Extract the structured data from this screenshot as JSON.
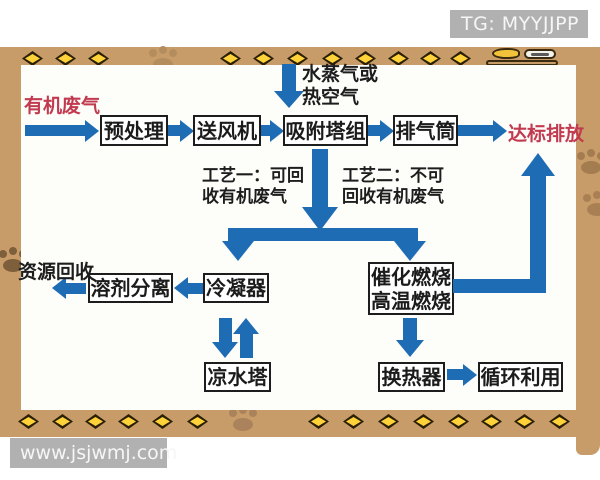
{
  "watermarks": {
    "top": "TG: MYYJJPP",
    "bottom": "www.jsjwmj.com"
  },
  "colors": {
    "arrow_blue": "#1e6db4",
    "highlight_red": "#c23a50",
    "frame_brown": "#c89c68",
    "diamond_yellow": "#ffd23a",
    "paw_brown": "#a5805a"
  },
  "flow": {
    "input_label": "有机废气",
    "steam_line1": "水蒸气或",
    "steam_line2": "热空气",
    "boxes": {
      "pretreat": "预处理",
      "fan": "送风机",
      "adsorb": "吸附塔组",
      "stack": "排气筒",
      "condenser": "冷凝器",
      "solvent": "溶剂分离",
      "cooling": "凉水塔",
      "combustion_line1": "催化燃烧",
      "combustion_line2": "高温燃烧",
      "exchanger": "换热器",
      "recycle": "循环利用"
    },
    "outputs": {
      "compliant": "达标排放",
      "resource": "资源回收"
    },
    "process1_line1": "工艺一：可回",
    "process1_line2": "收有机废气",
    "process2_line1": "工艺二：不可",
    "process2_line2": "回收有机废气"
  }
}
